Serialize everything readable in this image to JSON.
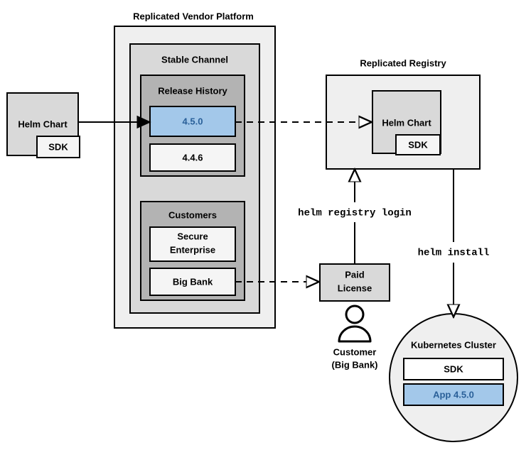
{
  "diagram": {
    "title_vendor_platform": "Replicated Vendor Platform",
    "title_registry": "Replicated Registry",
    "helm_chart_left": {
      "label": "Helm Chart",
      "sdk_label": "SDK"
    },
    "stable_channel": {
      "label": "Stable Channel",
      "release_history": {
        "label": "Release History",
        "releases": [
          {
            "version": "4.5.0",
            "highlighted": true
          },
          {
            "version": "4.4.6",
            "highlighted": false
          }
        ]
      },
      "customers": {
        "label": "Customers",
        "items": [
          {
            "name_line1": "Secure",
            "name_line2": "Enterprise"
          },
          {
            "name_line1": "Big Bank",
            "name_line2": ""
          }
        ]
      }
    },
    "registry": {
      "helm_chart_label": "Helm Chart",
      "sdk_label": "SDK"
    },
    "paid_license": {
      "line1": "Paid",
      "line2": "License"
    },
    "customer_actor": {
      "line1": "Customer",
      "line2": "(Big Bank)",
      "icon": "person-icon"
    },
    "commands": {
      "registry_login": "helm registry login",
      "install": "helm install"
    },
    "kubernetes_cluster": {
      "label": "Kubernetes Cluster",
      "components": [
        {
          "label": "SDK",
          "highlighted": false
        },
        {
          "label": "App 4.5.0",
          "highlighted": true
        }
      ]
    },
    "colors": {
      "highlight_fill": "#a3c8ea",
      "highlight_stroke": "#3d7ebd",
      "highlight_text": "#2a6099",
      "box_white": "#f5f5f5",
      "gray_light": "#efefef",
      "gray_mid": "#d9d9d9",
      "gray_dark": "#b3b3b3",
      "stroke": "#000000"
    }
  }
}
